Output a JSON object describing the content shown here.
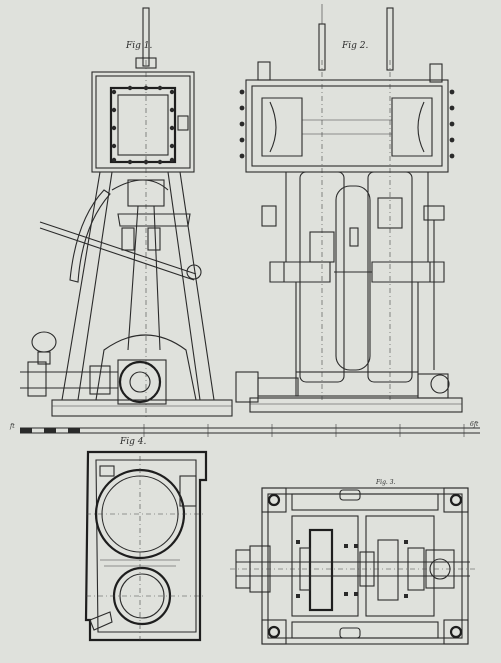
{
  "sheet": {
    "background": "#dfe1dc",
    "ink": "#2b2b2b"
  },
  "figures": {
    "fig1": {
      "label": "Fig 1."
    },
    "fig2": {
      "label": "Fig 2."
    },
    "fig3": {
      "label": "Fig. 3."
    },
    "fig4": {
      "label": "Fig 4."
    }
  },
  "scale_bar": {
    "left_label": "ft",
    "right_label": "6ft"
  }
}
